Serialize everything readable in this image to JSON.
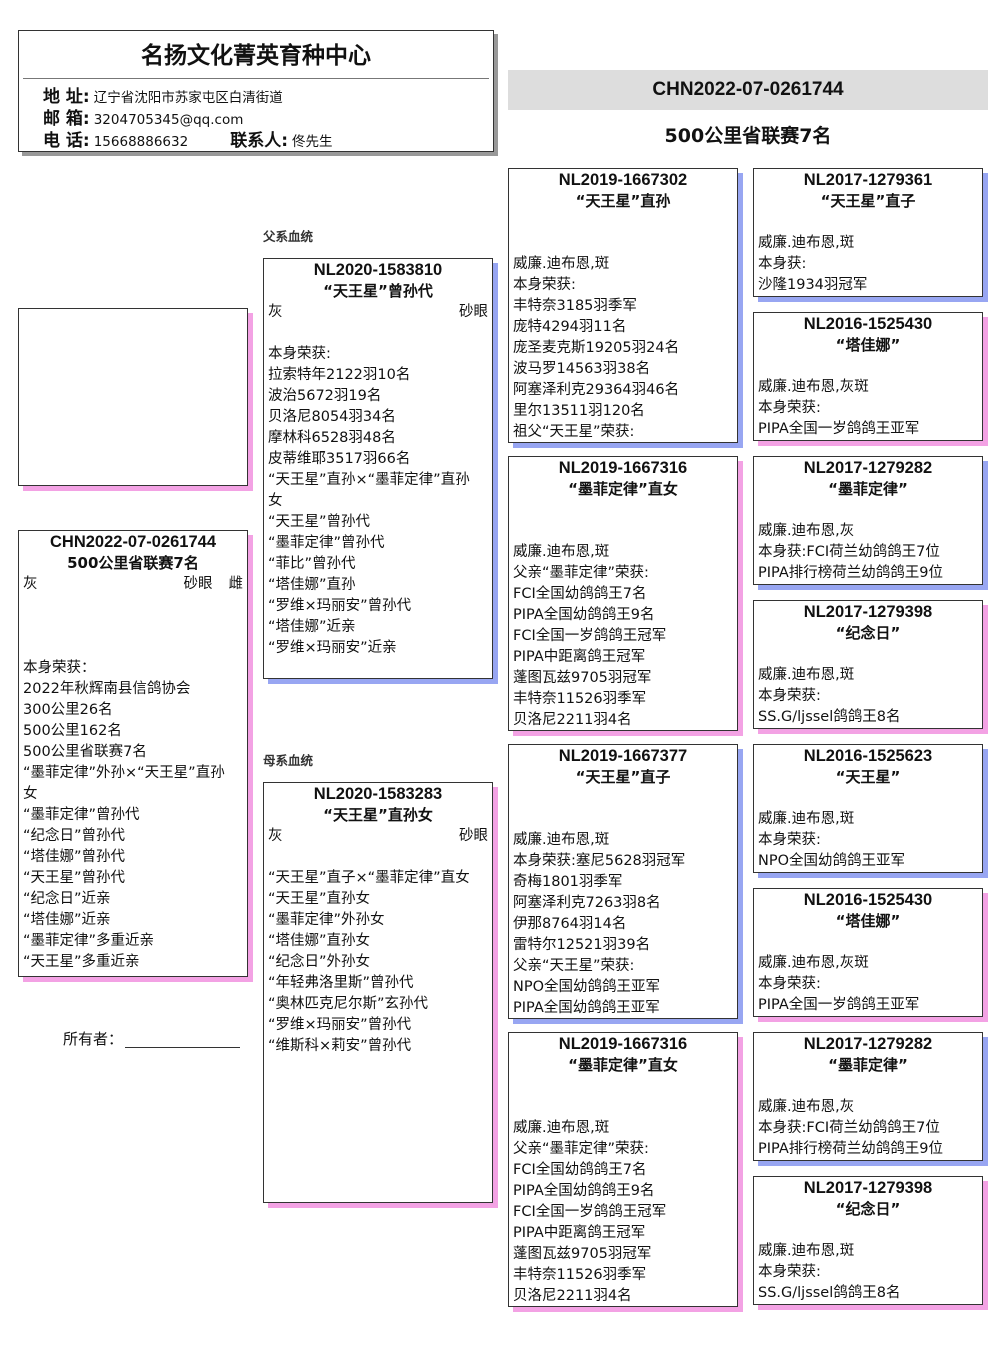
{
  "header": {
    "title": "名扬文化菁英育种中心",
    "address_label": "地 址:",
    "address": "辽宁省沈阳市苏家屯区白清街道",
    "email_label": "邮 箱:",
    "email": "3204705345@qq.com",
    "phone_label": "电 话:",
    "phone": "15668886632",
    "contact_label": "联系人:",
    "contact": "佟先生"
  },
  "banner": {
    "ring": "CHN2022-07-0261744",
    "subtitle": "500公里省联赛7名"
  },
  "labels": {
    "sire_line": "父系血统",
    "dam_line": "母系血统",
    "owner": "所有者："
  },
  "colors": {
    "male_shadow": "#98a6f2",
    "female_shadow": "#f3a2e4"
  },
  "subject": {
    "ring": "CHN2022-07-0261744",
    "name": "500公里省联赛7名",
    "color": "灰",
    "eye": "砂眼",
    "sex": "雌",
    "lines": [
      "",
      "",
      "",
      "本身荣获：",
      "2022年秋辉南县信鸽协会",
      "300公里26名",
      "500公里162名",
      "500公里省联赛7名",
      "“墨菲定律”外孙×“天王星”直孙",
      "女",
      "“墨菲定律”曾孙代",
      "“纪念日”曾孙代",
      "“塔佳娜”曾孙代",
      "“天王星”曾孙代",
      "“纪念日”近亲",
      "“塔佳娜”近亲",
      "“墨菲定律”多重近亲",
      "“天王星”多重近亲"
    ]
  },
  "sire": {
    "ring": "NL2020-1583810",
    "name": "“天王星”曾孙代",
    "color": "灰",
    "eye": "砂眼",
    "lines": [
      "",
      "本身荣获:",
      "拉索特年2122羽10名",
      "波治5672羽19名",
      "贝洛尼8054羽34名",
      "摩林科6528羽48名",
      "皮蒂维耶3517羽66名",
      "“天王星”直孙×“墨菲定律”直孙",
      "女",
      "“天王星”曾孙代",
      "“墨菲定律”曾孙代",
      "“菲比”曾孙代",
      "“塔佳娜”直孙",
      "“罗维×玛丽安”曾孙代",
      "“塔佳娜”近亲",
      "“罗维×玛丽安”近亲"
    ]
  },
  "dam": {
    "ring": "NL2020-1583283",
    "name": "“天王星”直孙女",
    "color": "灰",
    "eye": "砂眼",
    "lines": [
      "",
      "“天王星”直子×“墨菲定律”直女",
      "“天王星”直孙女",
      "“墨菲定律”外孙女",
      "“塔佳娜”直孙女",
      "“纪念日”外孙女",
      "“年轻弗洛里斯”曾孙代",
      "“奥林匹克尼尔斯”玄孙代",
      "“罗维×玛丽安”曾孙代",
      "“维斯科×莉安”曾孙代"
    ]
  },
  "gen3": [
    {
      "ring": "NL2019-1667302",
      "name": "“天王星”直孙",
      "lines": [
        "",
        "",
        "威廉.迪布恩,斑",
        "本身荣获:",
        "丰特奈3185羽季军",
        "庞特4294羽11名",
        "庞圣麦克斯19205羽24名",
        "波马罗14563羽38名",
        "阿塞泽利克29364羽46名",
        "里尔13511羽120名",
        "祖父“天王星”荣获:"
      ]
    },
    {
      "ring": "NL2019-1667316",
      "name": "“墨菲定律”直女",
      "lines": [
        "",
        "",
        "威廉.迪布恩,斑",
        "父亲“墨菲定律”荣获:",
        "FCI全国幼鸽鸽王7名",
        "PIPA全国幼鸽鸽王9名",
        "FCI全国一岁鸽鸽王冠军",
        "PIPA中距离鸽王冠军",
        "蓬图瓦兹9705羽冠军",
        "丰特奈11526羽季军",
        "贝洛尼2211羽4名"
      ]
    },
    {
      "ring": "NL2019-1667377",
      "name": "“天王星”直子",
      "lines": [
        "",
        "",
        "威廉.迪布恩,斑",
        "本身荣获:塞尼5628羽冠军",
        "奇梅1801羽季军",
        "阿塞泽利克7263羽8名",
        "伊那8764羽14名",
        "雷特尔12521羽39名",
        "父亲“天王星”荣获:",
        "NPO全国幼鸽鸽王亚军",
        "PIPA全国幼鸽鸽王亚军"
      ]
    },
    {
      "ring": "NL2019-1667316",
      "name": "“墨菲定律”直女",
      "lines": [
        "",
        "",
        "威廉.迪布恩,斑",
        "父亲“墨菲定律”荣获:",
        "FCI全国幼鸽鸽王7名",
        "PIPA全国幼鸽鸽王9名",
        "FCI全国一岁鸽鸽王冠军",
        "PIPA中距离鸽王冠军",
        "蓬图瓦兹9705羽冠军",
        "丰特奈11526羽季军",
        "贝洛尼2211羽4名"
      ]
    }
  ],
  "gen4": [
    {
      "ring": "NL2017-1279361",
      "name": "“天王星”直子",
      "lines": [
        "",
        "威廉.迪布恩,斑",
        "本身获:",
        "沙隆1934羽冠军"
      ]
    },
    {
      "ring": "NL2016-1525430",
      "name": "“塔佳娜”",
      "lines": [
        "",
        "威廉.迪布恩,灰斑",
        "本身荣获:",
        "PIPA全国一岁鸽鸽王亚军"
      ]
    },
    {
      "ring": "NL2017-1279282",
      "name": "“墨菲定律”",
      "lines": [
        "",
        "威廉.迪布恩,灰",
        "本身获:FCI荷兰幼鸽鸽王7位",
        "PIPA排行榜荷兰幼鸽鸽王9位"
      ]
    },
    {
      "ring": "NL2017-1279398",
      "name": "“纪念日”",
      "lines": [
        "",
        "威廉.迪布恩,斑",
        "本身荣获:",
        "SS.G/ljssel鸽鸽王8名"
      ]
    },
    {
      "ring": "NL2016-1525623",
      "name": "“天王星”",
      "lines": [
        "",
        "威廉.迪布恩,斑",
        "本身荣获:",
        "NPO全国幼鸽鸽王亚军"
      ]
    },
    {
      "ring": "NL2016-1525430",
      "name": "“塔佳娜”",
      "lines": [
        "",
        "威廉.迪布恩,灰斑",
        "本身荣获:",
        "PIPA全国一岁鸽鸽王亚军"
      ]
    },
    {
      "ring": "NL2017-1279282",
      "name": "“墨菲定律”",
      "lines": [
        "",
        "威廉.迪布恩,灰",
        "本身获:FCI荷兰幼鸽鸽王7位",
        "PIPA排行榜荷兰幼鸽鸽王9位"
      ]
    },
    {
      "ring": "NL2017-1279398",
      "name": "“纪念日”",
      "lines": [
        "",
        "威廉.迪布恩,斑",
        "本身荣获:",
        "SS.G/ljssel鸽鸽王8名"
      ]
    }
  ]
}
